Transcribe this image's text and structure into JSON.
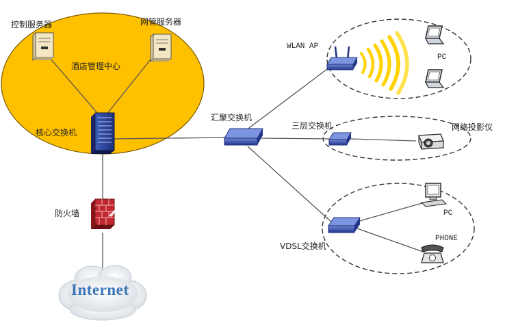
{
  "diagram": {
    "labels": {
      "control_server": "控制服务器",
      "nms_server": "网管服务器",
      "hotel_center": "酒店管理中心",
      "core_switch": "核心交换机",
      "aggregation_switch": "汇聚交换机",
      "layer3_switch": "三层交换机",
      "wlan_ap": "WLAN AP",
      "network_projector": "网络投影仪",
      "vdsl_switch": "VDSL交换机",
      "firewall": "防火墙",
      "internet": "Internet",
      "pc_wlan": "PC",
      "pc_vdsl": "PC",
      "phone": "PHONE"
    },
    "colors": {
      "center_zone_fill": "#ffc000",
      "switch_blue": "#2f4ea8",
      "signal_yellow": "#ffd200",
      "firewall_red": "#c0282d",
      "internet_text": "#3b76b8",
      "link_line": "#555555"
    },
    "icons": [
      "server-icon",
      "core-switch-icon",
      "switch-icon",
      "access-point-icon",
      "wifi-signal-icon",
      "laptop-icon",
      "projector-icon",
      "desktop-pc-icon",
      "phone-icon",
      "firewall-icon",
      "cloud-icon"
    ]
  }
}
